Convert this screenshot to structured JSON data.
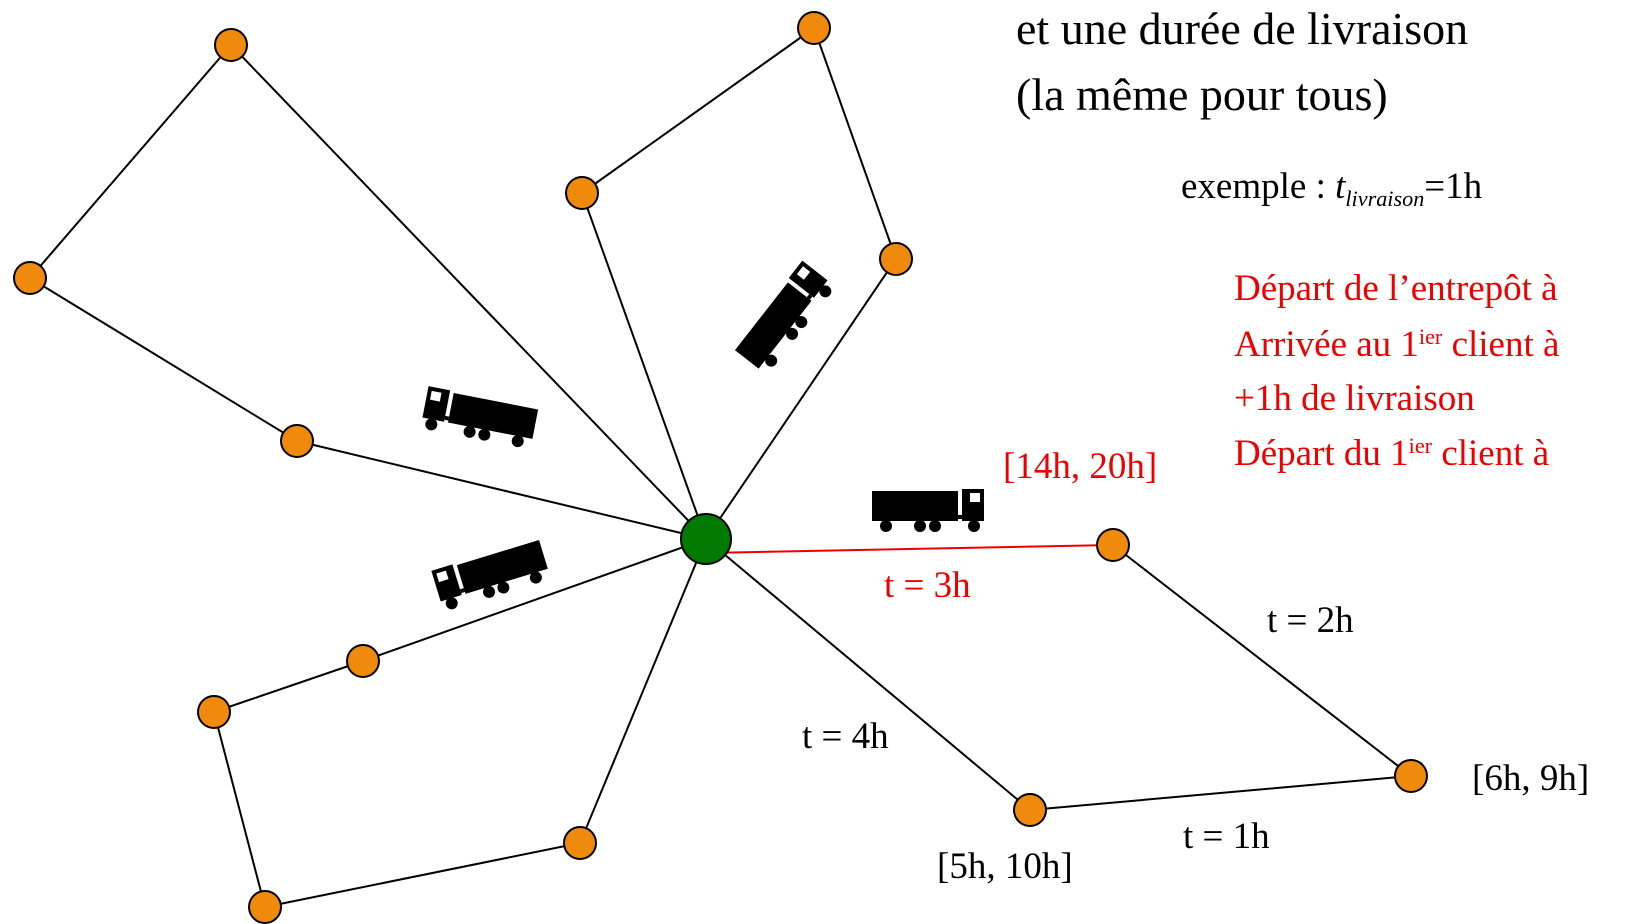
{
  "heading": {
    "line1": "et une durée de livraison",
    "line2": "(la même pour tous)"
  },
  "example": {
    "prefix": "exemple : ",
    "var": "t",
    "sub": "livraison",
    "suffix": "=1h"
  },
  "explanation": {
    "line1": "Départ de l’entrepôt à",
    "line2_pre": "Arrivée au 1",
    "line2_sup": "ier",
    "line2_post": " client à",
    "line3": "+1h de livraison",
    "line4_pre": "Départ du 1",
    "line4_sup": "ier",
    "line4_post": " client à"
  },
  "time_windows": {
    "client1": "[14h, 20h]",
    "client2": "[6h, 9h]",
    "client3": "[5h, 10h]"
  },
  "travel_times": {
    "depot_client1": "t = 3h",
    "client1_client2": "t = 2h",
    "depot_client3": "t = 4h",
    "client3_client2": "t = 1h"
  },
  "colors": {
    "client_fill": "#f08a0c",
    "depot_fill": "#007a00",
    "highlight": "#ee0000",
    "edge": "#000000"
  },
  "icons": {
    "client": "orange-circle",
    "depot": "green-circle",
    "vehicle": "truck-icon"
  }
}
